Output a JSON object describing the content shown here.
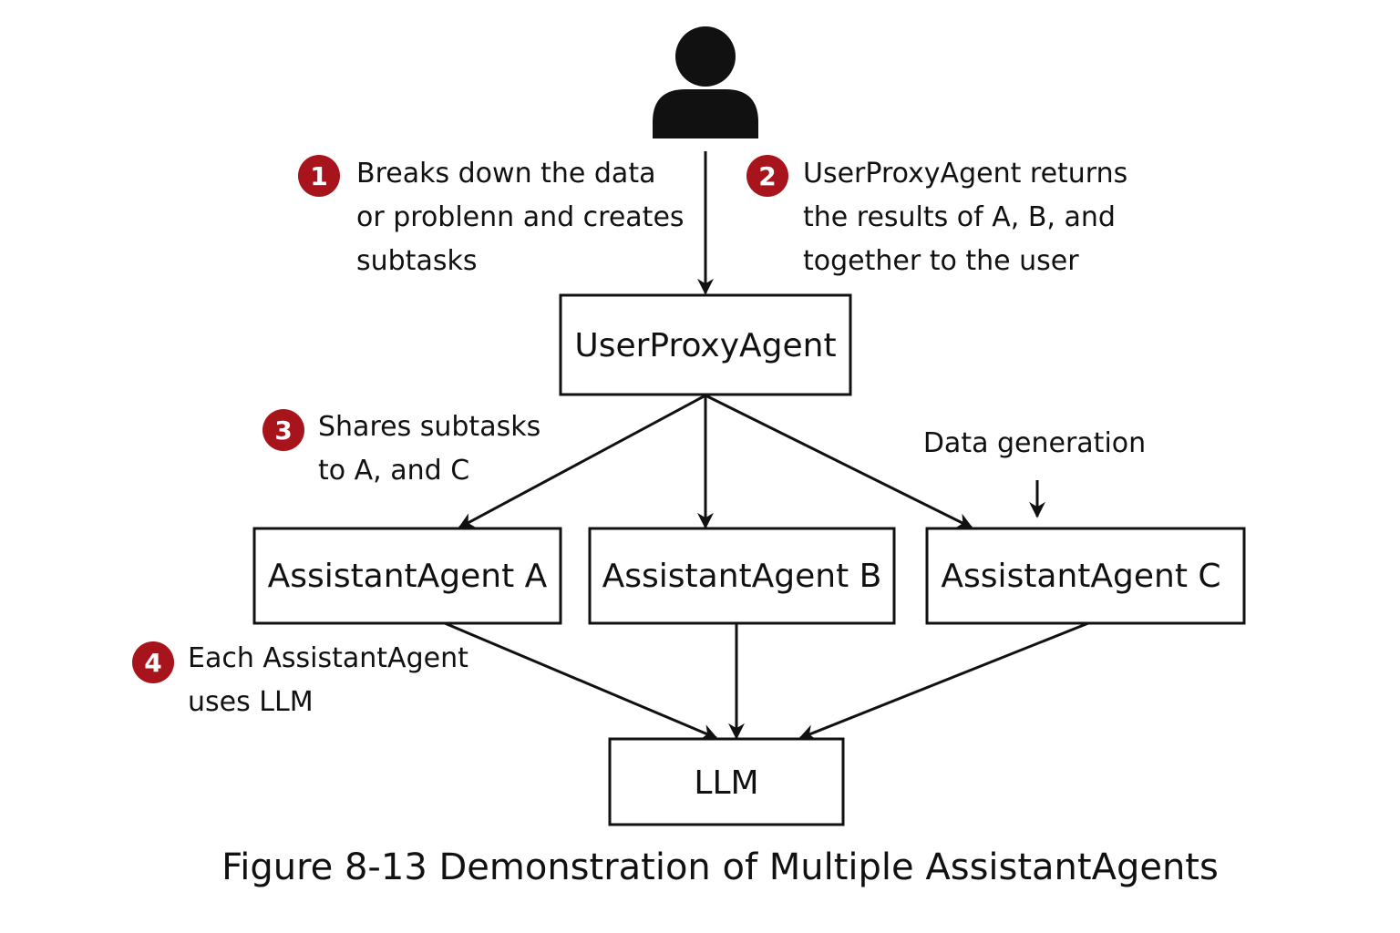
{
  "colors": {
    "badge": "#a8141c",
    "line": "#111111",
    "user_icon": "#111111"
  },
  "user": {
    "icon": "user-icon"
  },
  "nodes": {
    "user_proxy": "UserProxyAgent",
    "assistant_a": "AssistantAgent A",
    "assistant_b": "AssistantAgent B",
    "assistant_c": "AssistantAgent C",
    "llm": "LLM"
  },
  "steps": [
    {
      "number": "1",
      "lines": [
        "Breaks down the data",
        "or problenn and creates",
        "subtasks"
      ]
    },
    {
      "number": "2",
      "lines": [
        "UserProxyAgent returns",
        "the results of A, B, and",
        "together to the user"
      ]
    },
    {
      "number": "3",
      "lines": [
        "Shares subtasks",
        "to A, and C"
      ]
    },
    {
      "number": "4",
      "lines": [
        "Each AssistantAgent",
        "uses LLM"
      ]
    }
  ],
  "annotation": "Data generation",
  "caption": "Figure 8-13 Demonstration of Multiple AssistantAgents"
}
